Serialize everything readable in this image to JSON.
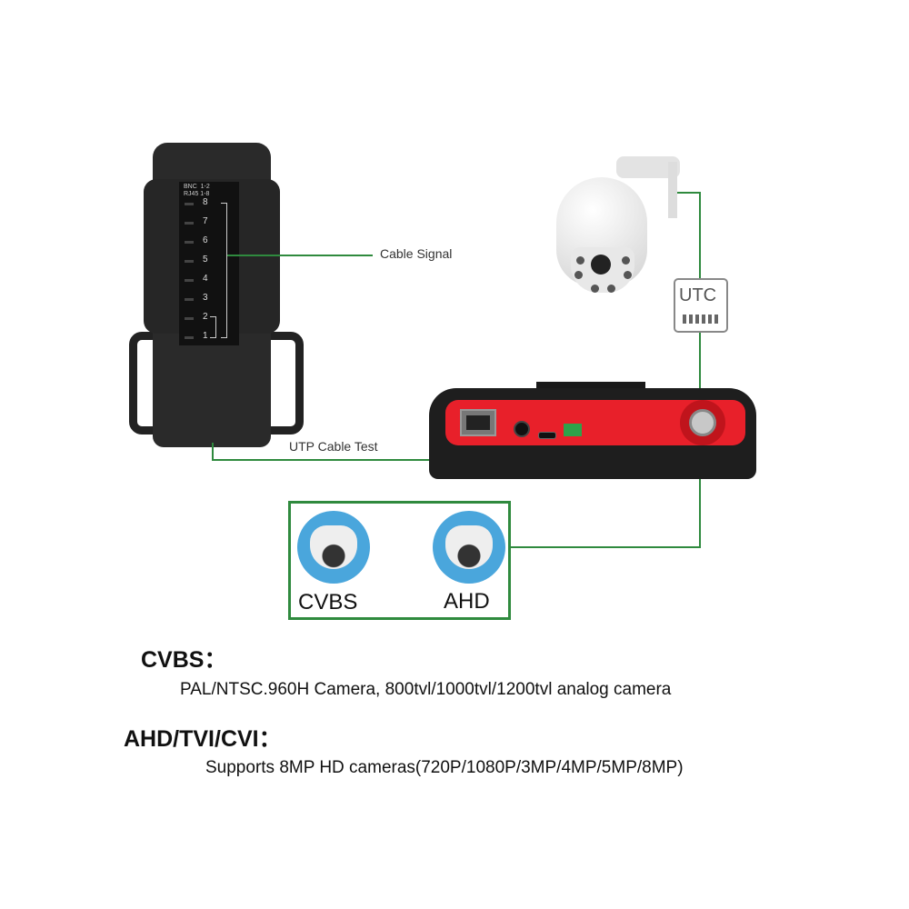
{
  "tester": {
    "header_line1": "BNC  1-2",
    "header_line2": "RJ45 1-8",
    "led_labels": [
      "8",
      "7",
      "6",
      "5",
      "4",
      "3",
      "2",
      "1"
    ]
  },
  "callouts": {
    "cable_signal": "Cable Signal",
    "utp_cable_test": "UTP Cable Test",
    "utc": "UTC"
  },
  "camera_types": [
    {
      "label": "CVBS"
    },
    {
      "label": "AHD"
    }
  ],
  "specs": [
    {
      "title": "CVBS：",
      "description": "PAL/NTSC.960H Camera, 800tvl/1000tvl/1200tvl analog camera"
    },
    {
      "title": "AHD/TVI/CVI：",
      "description": "Supports 8MP HD cameras(720P/1080P/3MP/4MP/5MP/8MP)"
    }
  ],
  "colors": {
    "connector_line": "#2f8a3e",
    "unit_red": "#e8202a",
    "badge_blue": "#4aa6dc"
  }
}
